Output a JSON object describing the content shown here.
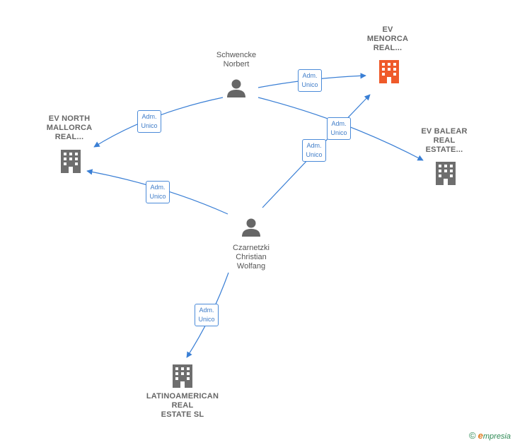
{
  "nodes": {
    "schwencke": {
      "lines": [
        "Schwencke",
        "Norbert"
      ]
    },
    "czarnetzki": {
      "lines": [
        "Czarnetzki",
        "Christian",
        "Wolfang"
      ]
    },
    "ev_menorca": {
      "lines": [
        "EV",
        "MENORCA",
        "REAL..."
      ]
    },
    "ev_north": {
      "lines": [
        "EV NORTH",
        "MALLORCA",
        "REAL..."
      ]
    },
    "ev_balear": {
      "lines": [
        "EV BALEAR",
        "REAL",
        "ESTATE..."
      ]
    },
    "latinoamerican": {
      "lines": [
        "LATINOAMERICAN",
        "REAL",
        "ESTATE SL"
      ]
    }
  },
  "edge_label": {
    "line1": "Adm.",
    "line2": "Unico"
  },
  "colors": {
    "edge": "#3a7fd5",
    "person": "#666666",
    "company": "#6e6e6e",
    "company_highlight": "#ef5a2a"
  },
  "brand": {
    "copyright": "©",
    "initial": "e",
    "name": "mpresia"
  }
}
